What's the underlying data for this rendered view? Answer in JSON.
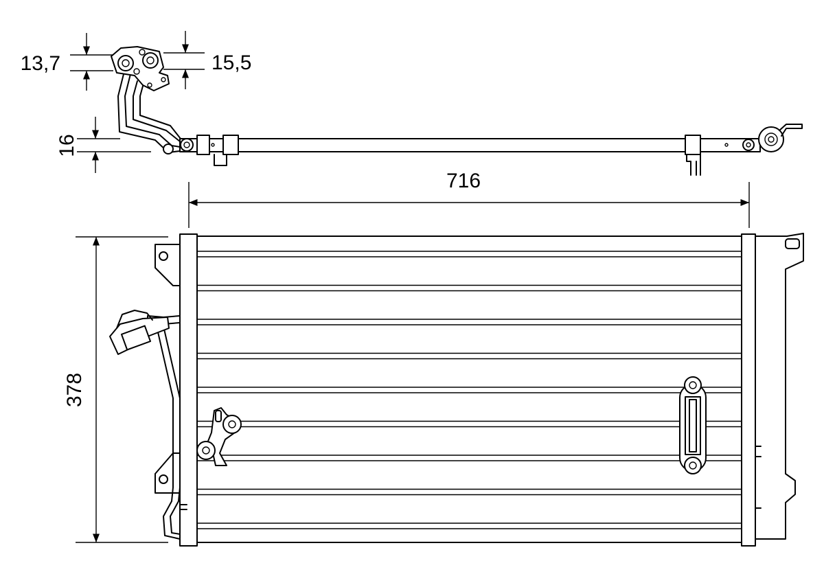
{
  "dimensions": {
    "outlet_dia": "13,7",
    "inlet_dia": "15,5",
    "core_depth": "16",
    "core_width": "716",
    "core_height": "378"
  },
  "colors": {
    "line": "#000000",
    "background": "#ffffff"
  }
}
